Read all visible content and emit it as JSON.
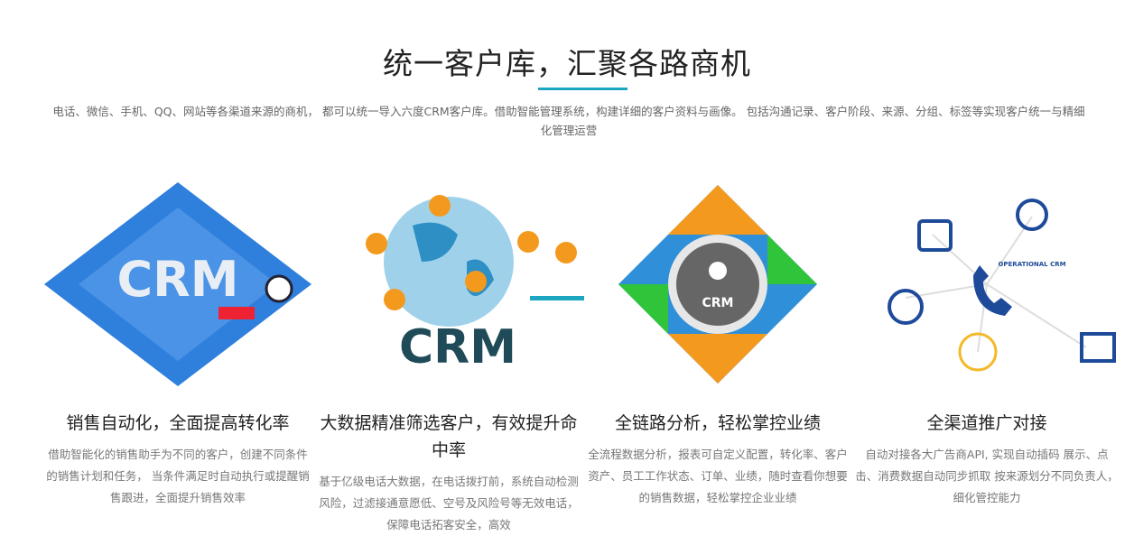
{
  "header": {
    "title": "统一客户库，汇聚各路商机",
    "intro": "电话、微信、手机、QQ、网站等各渠道来源的商机， 都可以统一导入六度CRM客户库。借助智能管理系统，构建详细的客户资料与画像。 包括沟通记录、客户阶段、来源、分组、标签等实现客户统一与精细化管理运营"
  },
  "colors": {
    "accent": "#1ca6c2",
    "blue": "#2f7fdc",
    "orange": "#f39a1e",
    "green": "#2fc43a",
    "navy": "#1e4a9a"
  },
  "cards": [
    {
      "title": "销售自动化，全面提高转化率",
      "desc": "借助智能化的销售助手为不同的客户，创建不同条件的销售计划和任务， 当条件满足时自动执行或提醒销售跟进，全面提升销售效率",
      "image_text": "CRM"
    },
    {
      "title": "大数据精准筛选客户，有效提升命中率",
      "desc": "基于亿级电话大数据，在电话拨打前，系统自动检测风险，过滤接通意愿低、空号及风险号等无效电话，保障电话拓客安全，高效",
      "image_text": "CRM"
    },
    {
      "title": "全链路分析，轻松掌控业绩",
      "desc": "全流程数据分析，报表可自定义配置，转化率、客户资产、员工工作状态、订单、业绩，随时查看你想要 的销售数据，轻松掌控企业业绩",
      "image_text": "CRM"
    },
    {
      "title": "全渠道推广对接",
      "desc": "自动对接各大广告商API, 实现自动插码 展示、点击、消费数据自动同步抓取 按来源划分不同负责人，细化管控能力",
      "image_text": "OPERATIONAL CRM"
    }
  ]
}
